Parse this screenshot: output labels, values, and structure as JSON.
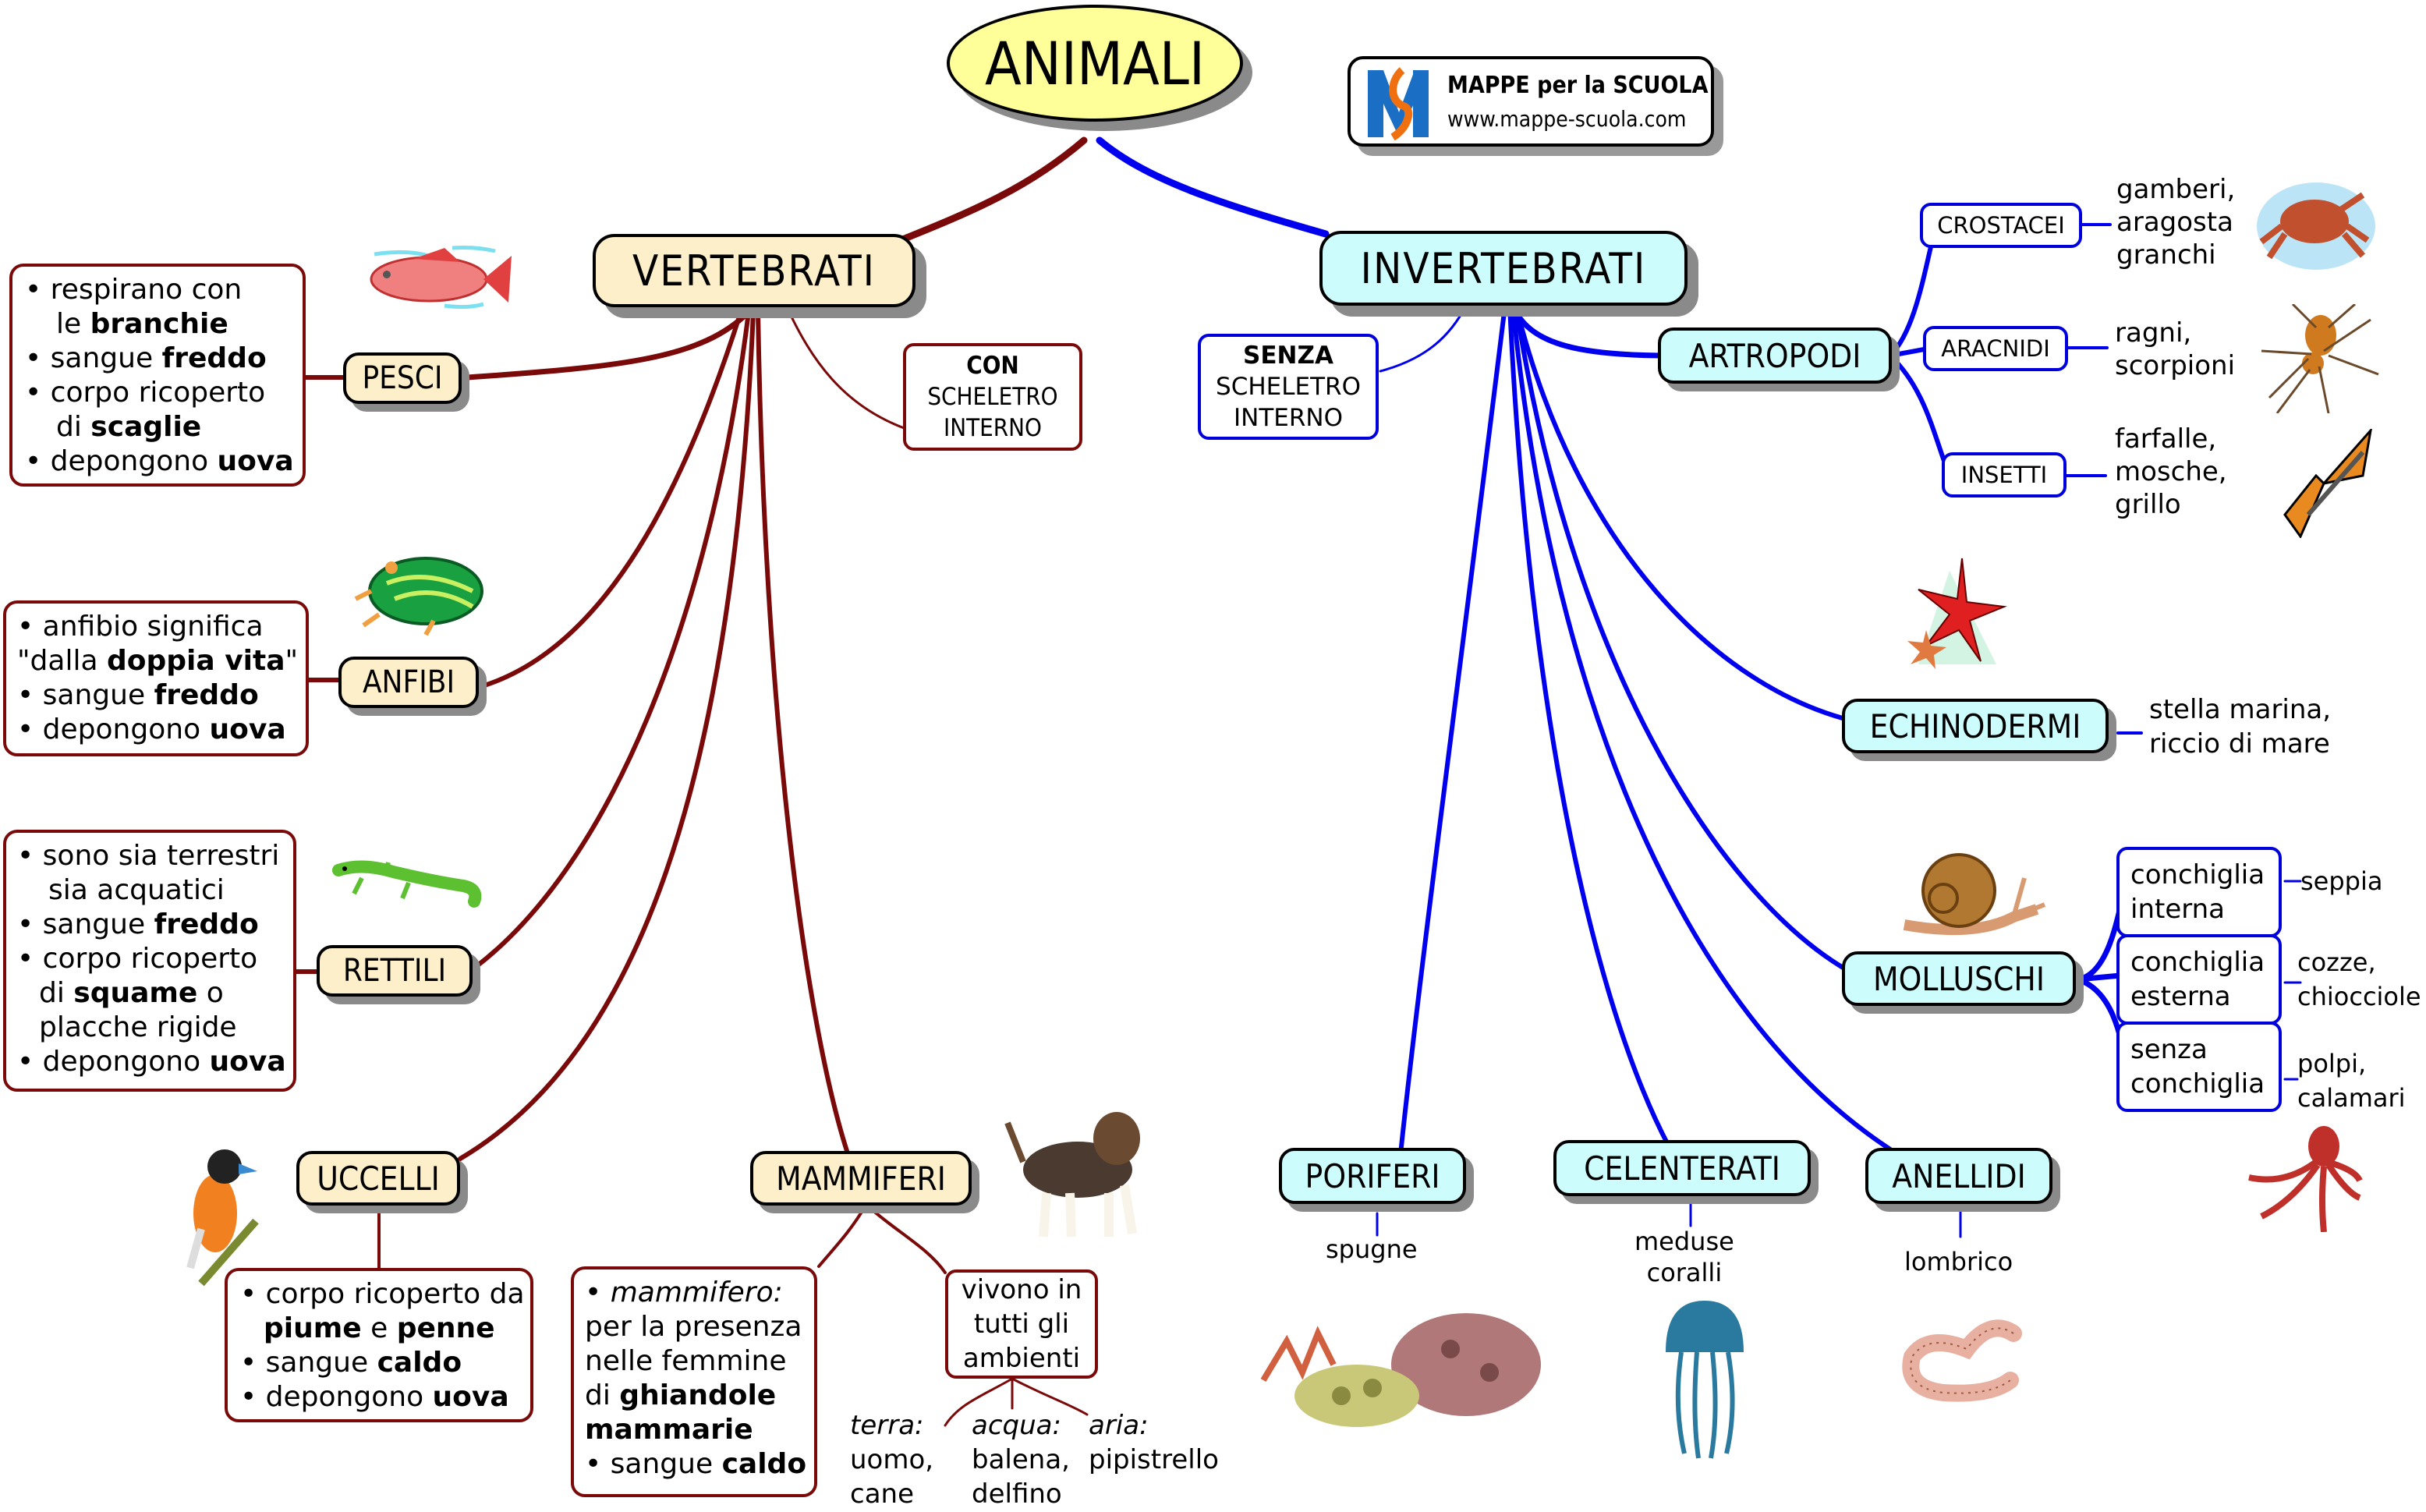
{
  "root": {
    "label": "ANIMALI"
  },
  "logo": {
    "title": "MAPPE per la SCUOLA",
    "url": "www.mappe-scuola.com"
  },
  "colors": {
    "vertebrati_line": "#7a0a0a",
    "invertebrati_line": "#0000ee",
    "root_fill": "#ffff99",
    "vertebrati_fill": "#fdefc9",
    "invertebrati_fill": "#cdfcfc"
  },
  "vertebrati": {
    "label": "VERTEBRATI",
    "note": {
      "bold": "CON",
      "line2": "SCHELETRO",
      "line3": "INTERNO"
    },
    "pesci": {
      "label": "PESCI",
      "facts": [
        "• respirano con",
        "le ",
        "branchie",
        "• sangue ",
        "freddo",
        "• corpo ricoperto",
        "di ",
        "scaglie",
        "• depongono ",
        "uova"
      ]
    },
    "anfibi": {
      "label": "ANFIBI",
      "facts": [
        "• anfibio significa",
        "\"dalla ",
        "doppia vita",
        "\"",
        "• sangue ",
        "freddo",
        "• depongono ",
        "uova"
      ]
    },
    "rettili": {
      "label": "RETTILI",
      "facts": [
        "• sono sia terrestri",
        "sia acquatici",
        "• sangue ",
        "freddo",
        "• corpo ricoperto",
        "di ",
        "squame",
        " o",
        "placche rigide",
        "• depongono ",
        "uova"
      ]
    },
    "uccelli": {
      "label": "UCCELLI",
      "facts": [
        "• corpo ricoperto da",
        "piume",
        " e ",
        "penne",
        "• sangue ",
        "caldo",
        "• depongono ",
        "uova"
      ]
    },
    "mammiferi": {
      "label": "MAMMIFERI",
      "facts": [
        "• ",
        "mammifero:",
        "per la presenza",
        "nelle femmine",
        "di ",
        "ghiandole",
        "mammarie",
        "• sangue ",
        "caldo"
      ],
      "ambienti": {
        "label_lines": [
          "vivono in",
          "tutti gli",
          "ambienti"
        ],
        "items": [
          {
            "title": "terra:",
            "lines": [
              "uomo,",
              "cane"
            ]
          },
          {
            "title": "acqua:",
            "lines": [
              "balena,",
              "delfino"
            ]
          },
          {
            "title": "aria:",
            "lines": [
              "pipistrello"
            ]
          }
        ]
      }
    }
  },
  "invertebrati": {
    "label": "INVERTEBRATI",
    "note": {
      "bold": "SENZA",
      "line2": "SCHELETRO",
      "line3": "INTERNO"
    },
    "artropodi": {
      "label": "ARTROPODI",
      "children": [
        {
          "label": "CROSTACEI",
          "examples": [
            "gamberi,",
            "aragosta",
            "granchi"
          ]
        },
        {
          "label": "ARACNIDI",
          "examples": [
            "ragni,",
            "scorpioni"
          ]
        },
        {
          "label": "INSETTI",
          "examples": [
            "farfalle,",
            "mosche,",
            "grillo"
          ]
        }
      ]
    },
    "echinodermi": {
      "label": "ECHINODERMI",
      "examples": [
        "stella marina,",
        "riccio di mare"
      ]
    },
    "molluschi": {
      "label": "MOLLUSCHI",
      "children": [
        {
          "lines": [
            "conchiglia",
            "interna"
          ],
          "examples": [
            "seppia"
          ]
        },
        {
          "lines": [
            "conchiglia",
            "esterna"
          ],
          "examples": [
            "cozze,",
            "chiocciole"
          ]
        },
        {
          "lines": [
            "senza",
            "conchiglia"
          ],
          "examples": [
            "polpi,",
            "calamari"
          ]
        }
      ]
    },
    "poriferi": {
      "label": "PORIFERI",
      "examples": [
        "spugne"
      ]
    },
    "celenterati": {
      "label": "CELENTERATI",
      "examples": [
        "meduse",
        "coralli"
      ]
    },
    "anellidi": {
      "label": "ANELLIDI",
      "examples": [
        "lombrico"
      ]
    }
  }
}
